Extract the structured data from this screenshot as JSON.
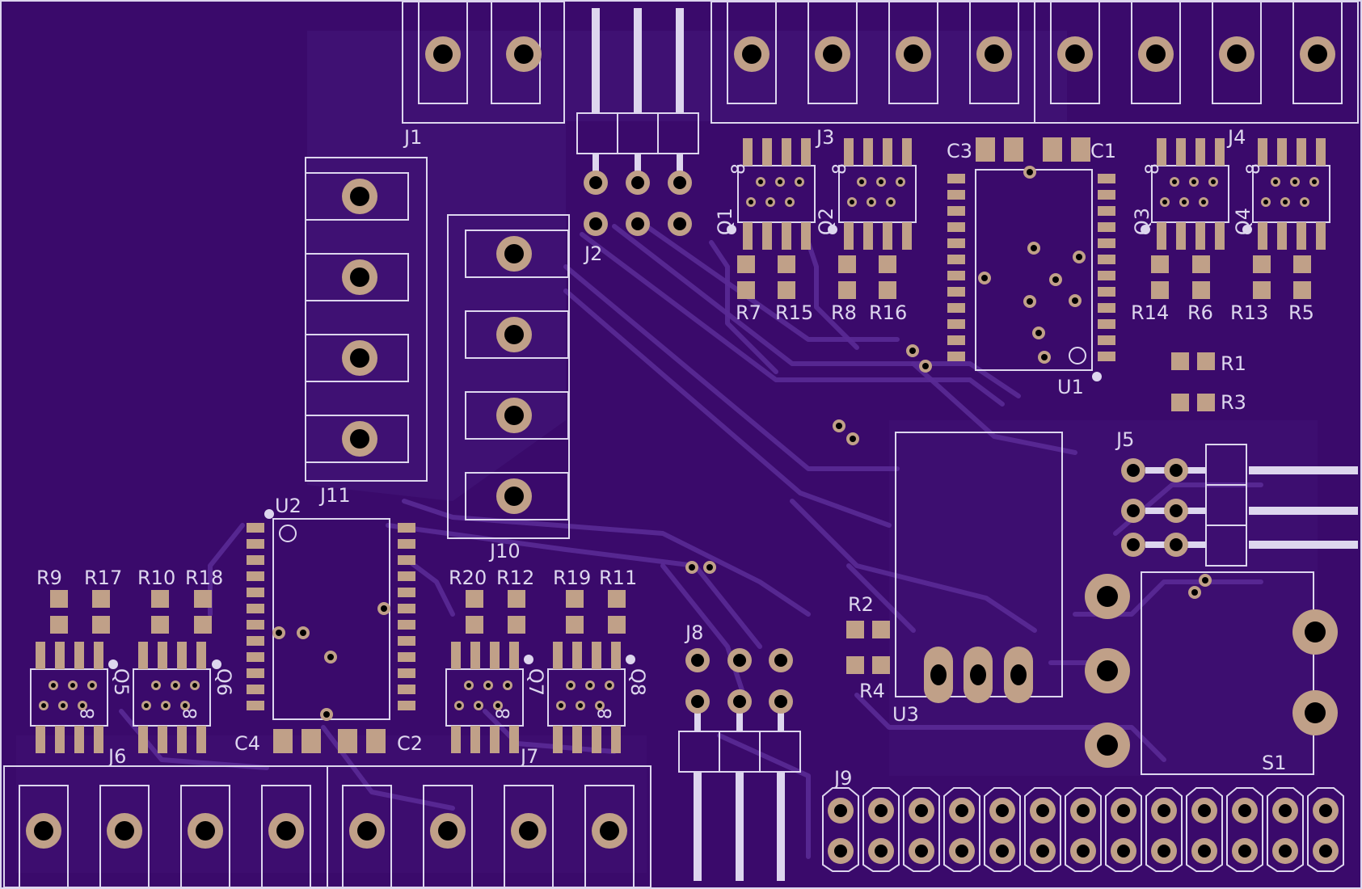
{
  "board": {
    "colors": {
      "background": "#3a0a6b",
      "fill_region": "#44177a",
      "trace": "#5a2a96",
      "silkscreen": "#ddd6ee",
      "copper": "#c0a088",
      "drill": "#000000"
    }
  },
  "labels": {
    "J1": "J1",
    "J2": "J2",
    "J3": "J3",
    "J4": "J4",
    "J5": "J5",
    "J6": "J6",
    "J7": "J7",
    "J8": "J8",
    "J9": "J9",
    "J10": "J10",
    "J11": "J11",
    "U1": "U1",
    "U2": "U2",
    "U3": "U3",
    "C1": "C1",
    "C2": "C2",
    "C3": "C3",
    "C4": "C4",
    "R1": "R1",
    "R2": "R2",
    "R3": "R3",
    "R4": "R4",
    "R5": "R5",
    "R6": "R6",
    "R7": "R7",
    "R8": "R8",
    "R9": "R9",
    "R10": "R10",
    "R11": "R11",
    "R12": "R12",
    "R13": "R13",
    "R14": "R14",
    "R15": "R15",
    "R16": "R16",
    "R17": "R17",
    "R18": "R18",
    "R19": "R19",
    "R20": "R20",
    "Q1": "Q1",
    "Q2": "Q2",
    "Q3": "Q3",
    "Q4": "Q4",
    "Q5": "Q5",
    "Q6": "Q6",
    "Q7": "Q7",
    "Q8": "Q8",
    "S1": "S1"
  },
  "pin_marks": {
    "soic_pin": "8"
  }
}
